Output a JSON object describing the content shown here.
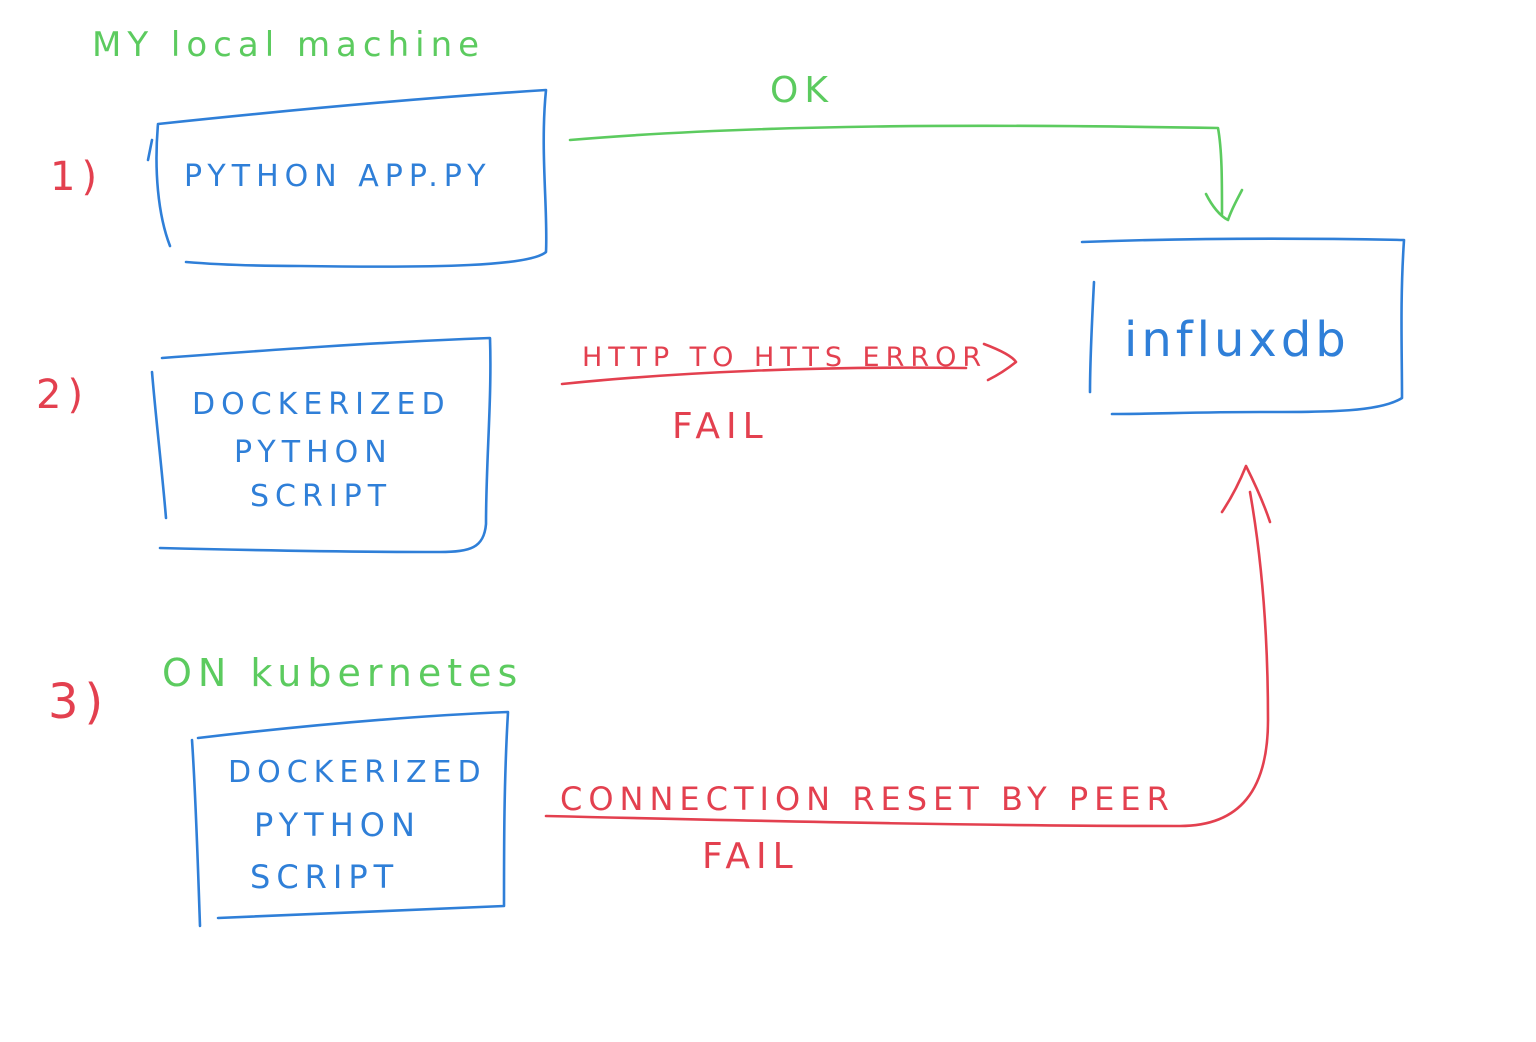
{
  "colors": {
    "green": "#5ccb5f",
    "blue": "#2f7fd8",
    "red": "#e3404f"
  },
  "heading_local": "MY local machine",
  "heading_k8s": "ON kubernetes",
  "steps": {
    "one": "1)",
    "two": "2)",
    "three": "3)"
  },
  "boxes": {
    "app": {
      "line1": "PYTHON APP.PY"
    },
    "docker_local": {
      "line1": "DOCKERIZED",
      "line2": "PYTHON",
      "line3": "SCRIPT"
    },
    "docker_k8s": {
      "line1": "DOCKERIZED",
      "line2": "PYTHON",
      "line3": "SCRIPT"
    },
    "influx": {
      "line1": "influxdb"
    }
  },
  "connections": {
    "ok": {
      "label": "OK"
    },
    "http_error": {
      "label": "HTTP TO HTTS ERROR",
      "status": "FAIL"
    },
    "reset": {
      "label": "CONNECTION RESET BY PEER",
      "status": "FAIL"
    }
  }
}
